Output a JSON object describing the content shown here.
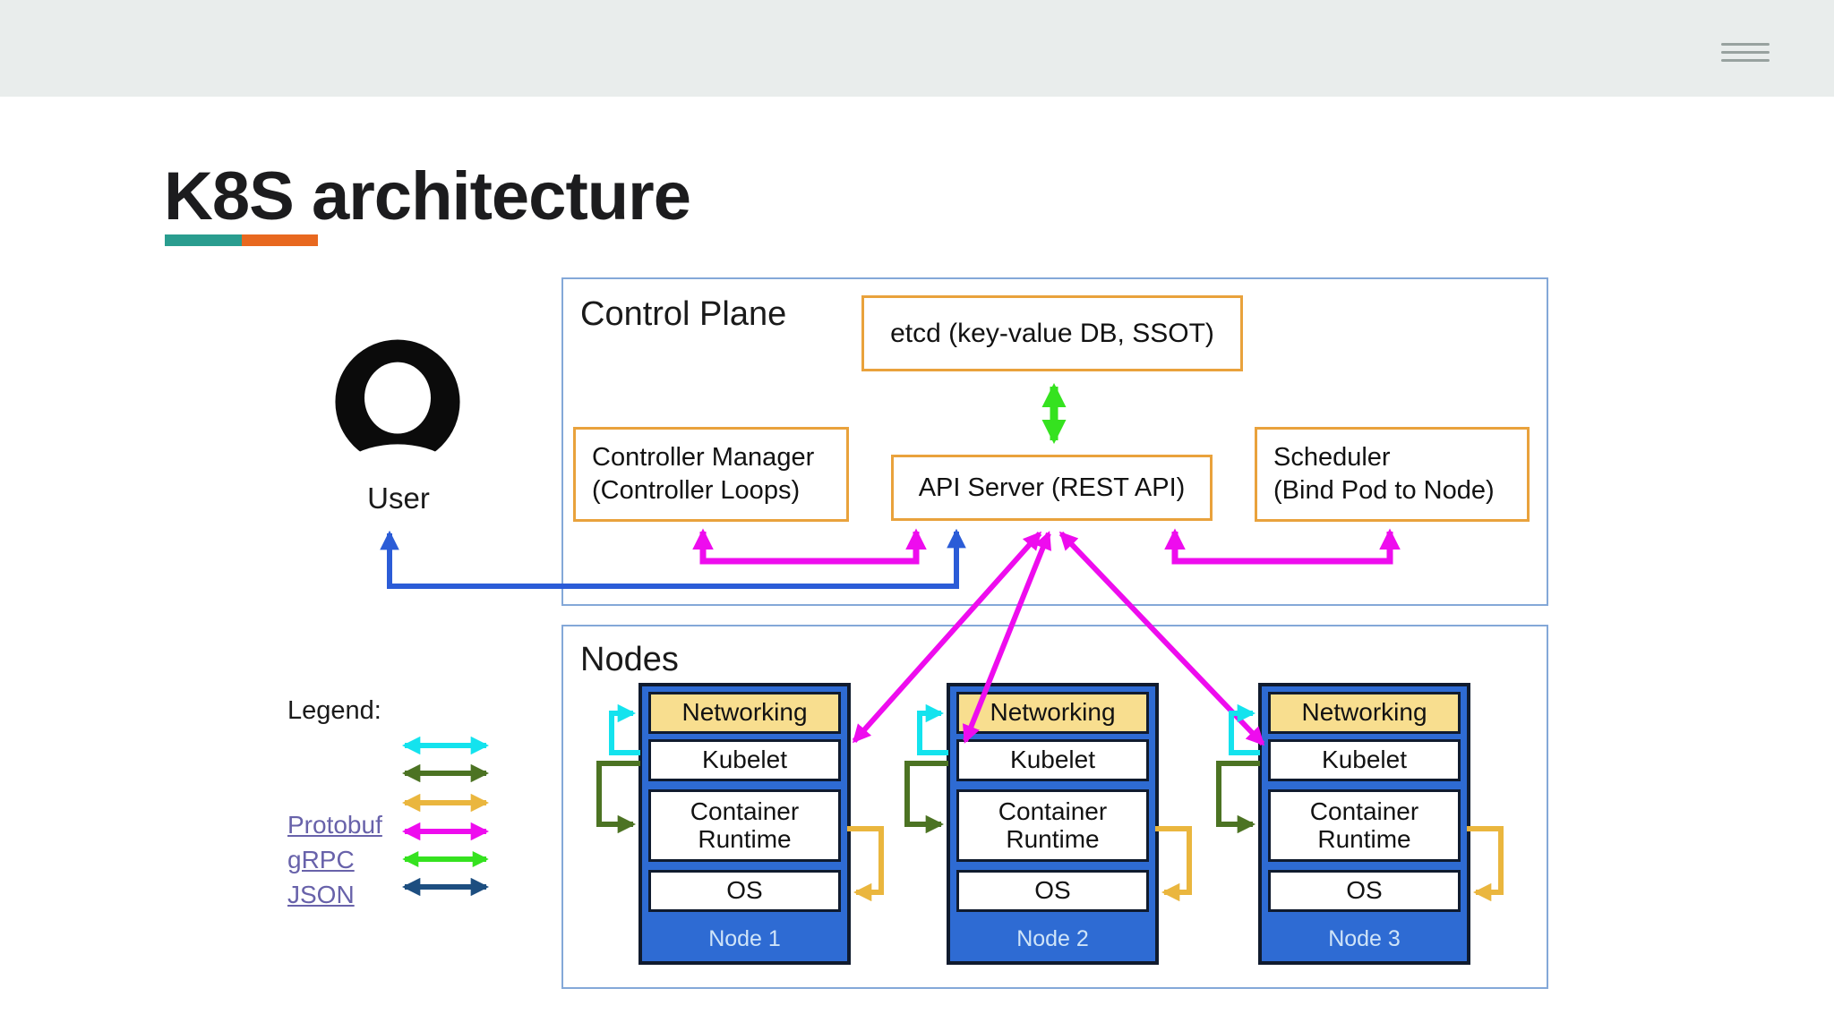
{
  "topbar": {
    "menu_icon": "hamburger-menu"
  },
  "title": {
    "text": "K8S architecture"
  },
  "control_plane": {
    "label": "Control Plane",
    "etcd": "etcd (key-value DB, SSOT)",
    "controller_manager_line1": "Controller Manager",
    "controller_manager_line2": "(Controller Loops)",
    "api_server": "API Server (REST API)",
    "scheduler_line1": "Scheduler",
    "scheduler_line2": "(Bind Pod to Node)"
  },
  "user": {
    "label": "User"
  },
  "nodes_section": {
    "label": "Nodes",
    "layers": [
      "Networking",
      "Kubelet",
      "Container Runtime",
      "OS"
    ],
    "nodes": [
      {
        "name": "Node 1"
      },
      {
        "name": "Node 2"
      },
      {
        "name": "Node 3"
      }
    ]
  },
  "legend": {
    "label": "Legend:",
    "entries": [
      {
        "label": "",
        "color": "#14e3ee",
        "name": "cyan-arrow"
      },
      {
        "label": "",
        "color": "#4c7323",
        "name": "dark-green-arrow"
      },
      {
        "label": "",
        "color": "#eab63e",
        "name": "yellow-arrow"
      },
      {
        "label": "Protobuf",
        "color": "#ee0cee",
        "name": "magenta-arrow"
      },
      {
        "label": "gRPC",
        "color": "#35e21f",
        "name": "green-arrow"
      },
      {
        "label": "JSON",
        "color": "#1d4e80",
        "name": "navy-arrow"
      }
    ]
  },
  "colors": {
    "magenta": "#ee0cee",
    "blue": "#2b5cd7",
    "green": "#35e21f",
    "cyan": "#14e3ee",
    "dark_green": "#4c7323",
    "yellow": "#eab63e",
    "navy": "#1d4e80",
    "orange_box_border": "#e9a23c",
    "section_border": "#84a8d8",
    "node_fill": "#2e6bd3",
    "node_border": "#101b2e",
    "networking_fill": "#f8de8f",
    "node_label_text": "#cfe4f8",
    "title_underline_teal": "#2a9d8f",
    "title_underline_orange": "#e8681f",
    "legend_link": "#6862aa",
    "topbar_bg": "#e9edec"
  }
}
